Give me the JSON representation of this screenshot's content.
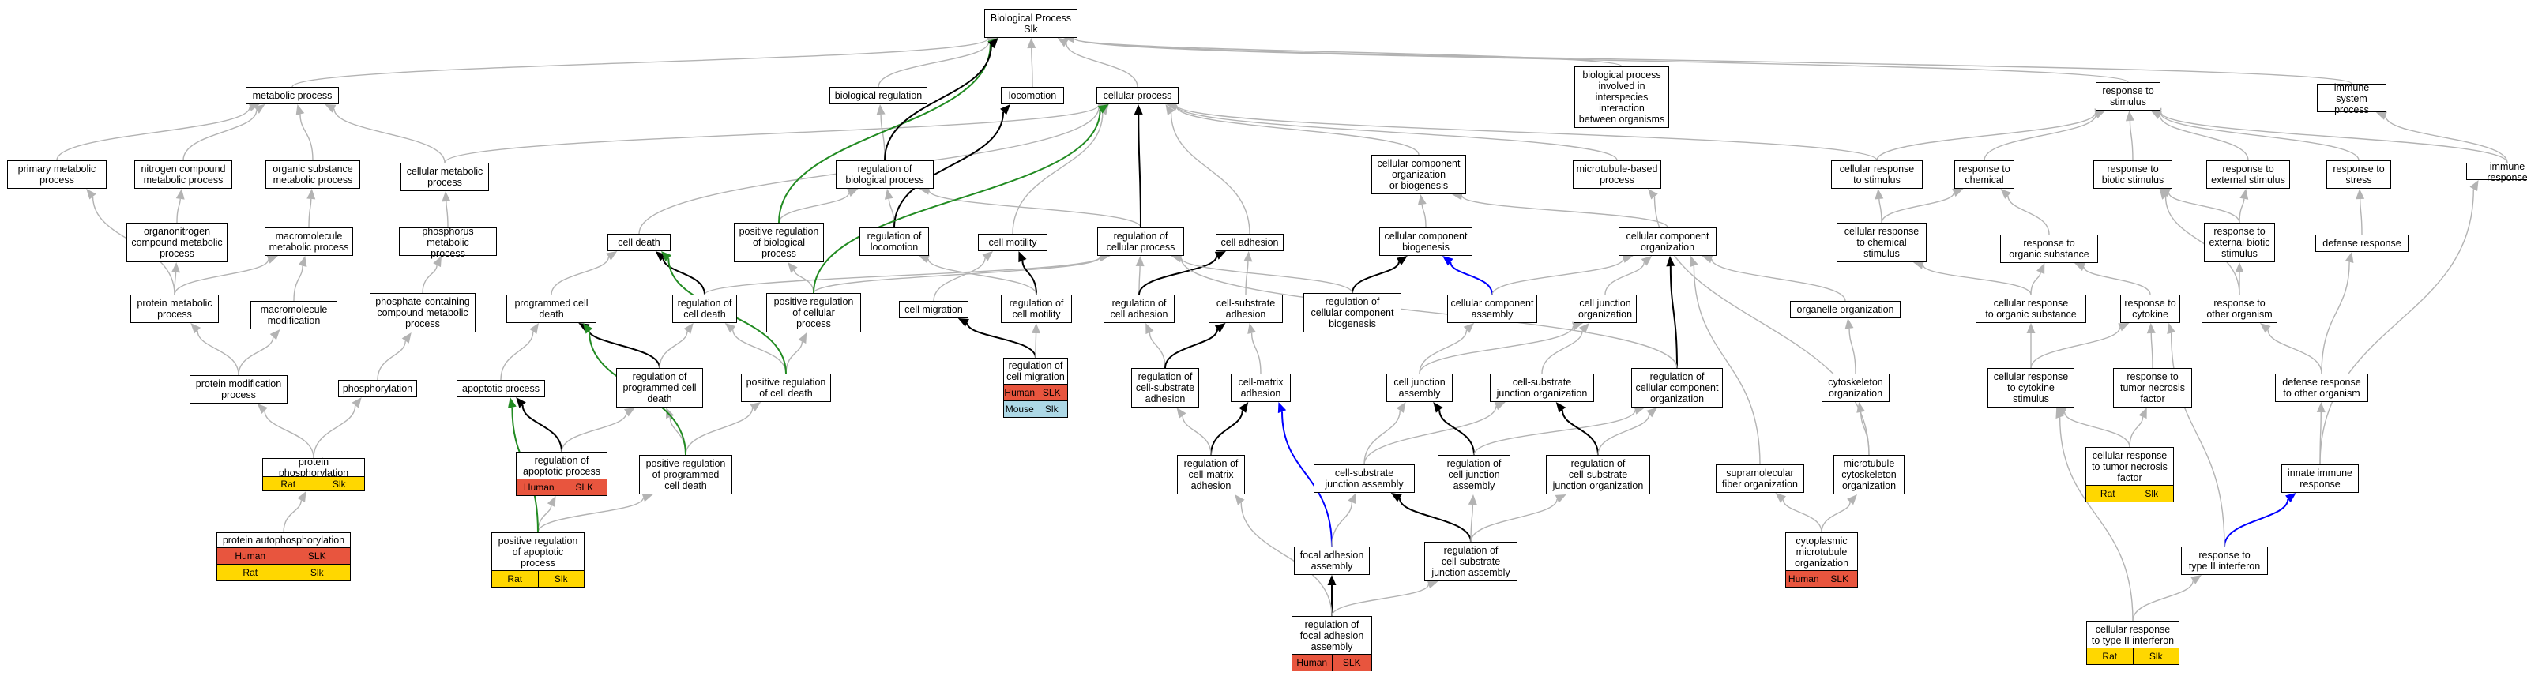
{
  "colors": {
    "edge_gray": "#b3b3b3",
    "edge_black": "#000000",
    "edge_green": "#228b22",
    "edge_blue": "#0000ff",
    "human": "#e8553e",
    "rat": "#ffd700",
    "mouse": "#add8e6"
  },
  "nodes": [
    {
      "id": "root",
      "label": "Biological Process\nSlk"
    },
    {
      "id": "metabolic",
      "label": "metabolic process"
    },
    {
      "id": "bioreg",
      "label": "biological regulation"
    },
    {
      "id": "locomotion",
      "label": "locomotion"
    },
    {
      "id": "cellular",
      "label": "cellular process"
    },
    {
      "id": "interspecies",
      "label": "biological process\ninvolved in\ninterspecies\ninteraction\nbetween organisms"
    },
    {
      "id": "resp_stim",
      "label": "response to\nstimulus"
    },
    {
      "id": "immune_sys",
      "label": "immune system\nprocess"
    },
    {
      "id": "primary_met",
      "label": "primary metabolic\nprocess"
    },
    {
      "id": "nitrogen",
      "label": "nitrogen compound\nmetabolic process"
    },
    {
      "id": "organic_sub",
      "label": "organic substance\nmetabolic process"
    },
    {
      "id": "cell_met",
      "label": "cellular metabolic\nprocess"
    },
    {
      "id": "reg_bio",
      "label": "regulation of\nbiological process"
    },
    {
      "id": "cc_org_bio",
      "label": "cellular component\norganization\nor biogenesis"
    },
    {
      "id": "microtubule",
      "label": "microtubule-based\nprocess"
    },
    {
      "id": "cell_resp_stim",
      "label": "cellular response\nto stimulus"
    },
    {
      "id": "resp_chem",
      "label": "response to\nchemical"
    },
    {
      "id": "resp_biotic",
      "label": "response to\nbiotic stimulus"
    },
    {
      "id": "resp_ext",
      "label": "response to\nexternal stimulus"
    },
    {
      "id": "resp_stress",
      "label": "response to\nstress"
    },
    {
      "id": "immune_resp",
      "label": "immune response"
    },
    {
      "id": "organonitrogen",
      "label": "organonitrogen\ncompound metabolic\nprocess"
    },
    {
      "id": "macromol_met",
      "label": "macromolecule\nmetabolic process"
    },
    {
      "id": "phosphorus",
      "label": "phosphorus metabolic\nprocess"
    },
    {
      "id": "cell_death",
      "label": "cell death"
    },
    {
      "id": "pos_reg_bio",
      "label": "positive regulation\nof biological\nprocess"
    },
    {
      "id": "reg_loco",
      "label": "regulation of\nlocomotion"
    },
    {
      "id": "cell_motility",
      "label": "cell motility"
    },
    {
      "id": "reg_cellular",
      "label": "regulation of\ncellular process"
    },
    {
      "id": "cell_adhesion",
      "label": "cell adhesion"
    },
    {
      "id": "cc_biogenesis",
      "label": "cellular component\nbiogenesis"
    },
    {
      "id": "cc_org",
      "label": "cellular component\norganization"
    },
    {
      "id": "cell_resp_chem",
      "label": "cellular response\nto chemical\nstimulus"
    },
    {
      "id": "resp_org_sub",
      "label": "response to\norganic substance"
    },
    {
      "id": "resp_ext_biotic",
      "label": "response to\nexternal biotic\nstimulus"
    },
    {
      "id": "defense",
      "label": "defense response"
    },
    {
      "id": "protein_met",
      "label": "protein metabolic\nprocess"
    },
    {
      "id": "macromol_mod",
      "label": "macromolecule\nmodification"
    },
    {
      "id": "phosphate",
      "label": "phosphate-containing\ncompound metabolic\nprocess"
    },
    {
      "id": "prog_death",
      "label": "programmed cell\ndeath"
    },
    {
      "id": "reg_cell_death",
      "label": "regulation of\ncell death"
    },
    {
      "id": "pos_reg_cellular",
      "label": "positive regulation\nof cellular\nprocess"
    },
    {
      "id": "cell_migration",
      "label": "cell migration"
    },
    {
      "id": "reg_motility",
      "label": "regulation of\ncell motility"
    },
    {
      "id": "reg_adhesion",
      "label": "regulation of\ncell adhesion"
    },
    {
      "id": "cs_adhesion",
      "label": "cell-substrate\nadhesion"
    },
    {
      "id": "reg_cc_bio",
      "label": "regulation of\ncellular component\nbiogenesis"
    },
    {
      "id": "cc_assembly",
      "label": "cellular component\nassembly"
    },
    {
      "id": "cj_org",
      "label": "cell junction\norganization"
    },
    {
      "id": "organelle_org",
      "label": "organelle organization"
    },
    {
      "id": "cell_resp_org",
      "label": "cellular response\nto organic substance"
    },
    {
      "id": "resp_cytokine",
      "label": "response to\ncytokine"
    },
    {
      "id": "resp_other",
      "label": "response to\nother organism"
    },
    {
      "id": "prot_mod",
      "label": "protein modification\nprocess"
    },
    {
      "id": "phosphorylation",
      "label": "phosphorylation"
    },
    {
      "id": "apoptotic",
      "label": "apoptotic process"
    },
    {
      "id": "reg_prog_death",
      "label": "regulation of\nprogrammed cell\ndeath"
    },
    {
      "id": "pos_reg_death",
      "label": "positive regulation\nof cell death"
    },
    {
      "id": "reg_migration",
      "label": "regulation of\ncell migration",
      "rows": [
        [
          "Human",
          "SLK"
        ],
        [
          "Mouse",
          "Slk"
        ]
      ]
    },
    {
      "id": "reg_cs_adhesion",
      "label": "regulation of\ncell-substrate\nadhesion"
    },
    {
      "id": "cm_adhesion",
      "label": "cell-matrix\nadhesion"
    },
    {
      "id": "cj_assembly",
      "label": "cell junction\nassembly"
    },
    {
      "id": "cs_junc_org",
      "label": "cell-substrate\njunction organization"
    },
    {
      "id": "reg_cc_org",
      "label": "regulation of\ncellular component\norganization"
    },
    {
      "id": "cytoskeleton",
      "label": "cytoskeleton\norganization"
    },
    {
      "id": "cell_resp_cyto",
      "label": "cellular response\nto cytokine\nstimulus"
    },
    {
      "id": "resp_tnf",
      "label": "response to\ntumor necrosis\nfactor"
    },
    {
      "id": "def_other",
      "label": "defense response\nto other organism"
    },
    {
      "id": "protein_phos",
      "label": "protein phosphorylation",
      "rows": [
        [
          "Rat",
          "Slk"
        ]
      ]
    },
    {
      "id": "reg_apoptotic",
      "label": "regulation of\napoptotic process",
      "rows": [
        [
          "Human",
          "SLK"
        ]
      ]
    },
    {
      "id": "pos_reg_prog",
      "label": "positive regulation\nof programmed\ncell death"
    },
    {
      "id": "reg_cm_adhesion",
      "label": "regulation of\ncell-matrix\nadhesion"
    },
    {
      "id": "cs_junc_asm",
      "label": "cell-substrate\njunction assembly"
    },
    {
      "id": "reg_cj_asm",
      "label": "regulation of\ncell junction\nassembly"
    },
    {
      "id": "reg_cs_junc_org",
      "label": "regulation of\ncell-substrate\njunction organization"
    },
    {
      "id": "supramol",
      "label": "supramolecular\nfiber organization"
    },
    {
      "id": "mt_cyto",
      "label": "microtubule\ncytoskeleton\norganization"
    },
    {
      "id": "cell_resp_tnf",
      "label": "cellular response\nto tumor necrosis\nfactor",
      "rows": [
        [
          "Rat",
          "Slk"
        ]
      ]
    },
    {
      "id": "innate",
      "label": "innate immune\nresponse"
    },
    {
      "id": "autophos",
      "label": "protein autophosphorylation",
      "rows": [
        [
          "Human",
          "SLK"
        ],
        [
          "Rat",
          "Slk"
        ]
      ]
    },
    {
      "id": "pos_reg_apop",
      "label": "positive regulation\nof apoptotic\nprocess",
      "rows": [
        [
          "Rat",
          "Slk"
        ]
      ]
    },
    {
      "id": "focal_asm",
      "label": "focal adhesion\nassembly"
    },
    {
      "id": "reg_cs_junc_asm",
      "label": "regulation of\ncell-substrate\njunction assembly"
    },
    {
      "id": "cyto_mt_org",
      "label": "cytoplasmic\nmicrotubule\norganization",
      "rows": [
        [
          "Human",
          "SLK"
        ]
      ]
    },
    {
      "id": "resp_ifng",
      "label": "response to\ntype II interferon"
    },
    {
      "id": "reg_focal",
      "label": "regulation of\nfocal adhesion\nassembly",
      "rows": [
        [
          "Human",
          "SLK"
        ]
      ]
    },
    {
      "id": "cell_resp_ifng",
      "label": "cellular response\nto type II interferon",
      "rows": [
        [
          "Rat",
          "Slk"
        ]
      ]
    }
  ],
  "edges": [
    [
      "metabolic",
      "root",
      "gray"
    ],
    [
      "bioreg",
      "root",
      "gray"
    ],
    [
      "locomotion",
      "root",
      "gray"
    ],
    [
      "cellular",
      "root",
      "gray"
    ],
    [
      "interspecies",
      "root",
      "gray"
    ],
    [
      "resp_stim",
      "root",
      "gray"
    ],
    [
      "immune_sys",
      "root",
      "gray"
    ],
    [
      "primary_met",
      "metabolic",
      "gray"
    ],
    [
      "nitrogen",
      "metabolic",
      "gray"
    ],
    [
      "organic_sub",
      "metabolic",
      "gray"
    ],
    [
      "cell_met",
      "metabolic",
      "gray"
    ],
    [
      "cell_met",
      "cellular",
      "gray"
    ],
    [
      "reg_bio",
      "bioreg",
      "gray"
    ],
    [
      "cc_org_bio",
      "cellular",
      "gray"
    ],
    [
      "microtubule",
      "cellular",
      "gray"
    ],
    [
      "cell_resp_stim",
      "cellular",
      "gray"
    ],
    [
      "cell_resp_stim",
      "resp_stim",
      "gray"
    ],
    [
      "resp_chem",
      "resp_stim",
      "gray"
    ],
    [
      "resp_biotic",
      "resp_stim",
      "gray"
    ],
    [
      "resp_ext",
      "resp_stim",
      "gray"
    ],
    [
      "resp_stress",
      "resp_stim",
      "gray"
    ],
    [
      "immune_resp",
      "resp_stim",
      "gray"
    ],
    [
      "immune_resp",
      "immune_sys",
      "gray"
    ],
    [
      "organonitrogen",
      "nitrogen",
      "gray"
    ],
    [
      "macromol_met",
      "organic_sub",
      "gray"
    ],
    [
      "phosphorus",
      "cell_met",
      "gray"
    ],
    [
      "cell_death",
      "cellular",
      "gray"
    ],
    [
      "pos_reg_bio",
      "reg_bio",
      "gray"
    ],
    [
      "pos_reg_bio",
      "root",
      "green"
    ],
    [
      "reg_loco",
      "reg_bio",
      "gray"
    ],
    [
      "reg_loco",
      "locomotion",
      "black"
    ],
    [
      "reg_bio",
      "root",
      "black"
    ],
    [
      "cell_motility",
      "cellular",
      "gray"
    ],
    [
      "reg_cellular",
      "reg_bio",
      "gray"
    ],
    [
      "reg_cellular",
      "cellular",
      "black"
    ],
    [
      "cell_adhesion",
      "cellular",
      "gray"
    ],
    [
      "cc_biogenesis",
      "cc_org_bio",
      "gray"
    ],
    [
      "cc_org",
      "cc_org_bio",
      "gray"
    ],
    [
      "cell_resp_chem",
      "cell_resp_stim",
      "gray"
    ],
    [
      "cell_resp_chem",
      "resp_chem",
      "gray"
    ],
    [
      "resp_org_sub",
      "resp_chem",
      "gray"
    ],
    [
      "resp_ext_biotic",
      "resp_biotic",
      "gray"
    ],
    [
      "resp_ext_biotic",
      "resp_ext",
      "gray"
    ],
    [
      "defense",
      "resp_stress",
      "gray"
    ],
    [
      "protein_met",
      "primary_met",
      "gray"
    ],
    [
      "protein_met",
      "organonitrogen",
      "gray"
    ],
    [
      "protein_met",
      "macromol_met",
      "gray"
    ],
    [
      "macromol_mod",
      "macromol_met",
      "gray"
    ],
    [
      "phosphate",
      "phosphorus",
      "gray"
    ],
    [
      "prog_death",
      "cell_death",
      "gray"
    ],
    [
      "reg_cell_death",
      "cell_death",
      "black"
    ],
    [
      "reg_cell_death",
      "reg_cellular",
      "gray"
    ],
    [
      "pos_reg_cellular",
      "pos_reg_bio",
      "gray"
    ],
    [
      "pos_reg_cellular",
      "reg_cellular",
      "gray"
    ],
    [
      "pos_reg_cellular",
      "cellular",
      "green"
    ],
    [
      "cell_migration",
      "cell_motility",
      "gray"
    ],
    [
      "reg_motility",
      "cell_motility",
      "black"
    ],
    [
      "reg_motility",
      "reg_loco",
      "gray"
    ],
    [
      "reg_adhesion",
      "reg_cellular",
      "gray"
    ],
    [
      "reg_adhesion",
      "cell_adhesion",
      "black"
    ],
    [
      "cs_adhesion",
      "cell_adhesion",
      "gray"
    ],
    [
      "reg_cc_bio",
      "cc_biogenesis",
      "black"
    ],
    [
      "reg_cc_bio",
      "reg_cellular",
      "gray"
    ],
    [
      "cc_assembly",
      "cc_biogenesis",
      "blue"
    ],
    [
      "cc_assembly",
      "cc_org",
      "gray"
    ],
    [
      "cj_org",
      "cc_org",
      "gray"
    ],
    [
      "organelle_org",
      "cc_org",
      "gray"
    ],
    [
      "cell_resp_org",
      "resp_org_sub",
      "gray"
    ],
    [
      "cell_resp_org",
      "cell_resp_chem",
      "gray"
    ],
    [
      "resp_cytokine",
      "resp_org_sub",
      "gray"
    ],
    [
      "resp_other",
      "resp_ext_biotic",
      "gray"
    ],
    [
      "resp_other",
      "resp_biotic",
      "gray"
    ],
    [
      "prot_mod",
      "protein_met",
      "gray"
    ],
    [
      "prot_mod",
      "macromol_mod",
      "gray"
    ],
    [
      "phosphorylation",
      "phosphate",
      "gray"
    ],
    [
      "apoptotic",
      "prog_death",
      "gray"
    ],
    [
      "reg_prog_death",
      "prog_death",
      "black"
    ],
    [
      "reg_prog_death",
      "reg_cell_death",
      "gray"
    ],
    [
      "pos_reg_death",
      "reg_cell_death",
      "gray"
    ],
    [
      "pos_reg_death",
      "pos_reg_cellular",
      "gray"
    ],
    [
      "pos_reg_death",
      "cell_death",
      "green"
    ],
    [
      "reg_migration",
      "cell_migration",
      "black"
    ],
    [
      "reg_migration",
      "reg_motility",
      "gray"
    ],
    [
      "reg_cs_adhesion",
      "reg_adhesion",
      "gray"
    ],
    [
      "reg_cs_adhesion",
      "cs_adhesion",
      "black"
    ],
    [
      "cm_adhesion",
      "cs_adhesion",
      "gray"
    ],
    [
      "cj_assembly",
      "cj_org",
      "gray"
    ],
    [
      "cj_assembly",
      "cc_assembly",
      "gray"
    ],
    [
      "cs_junc_org",
      "cj_org",
      "gray"
    ],
    [
      "reg_cc_org",
      "cc_org",
      "black"
    ],
    [
      "reg_cc_org",
      "reg_cellular",
      "gray"
    ],
    [
      "cytoskeleton",
      "organelle_org",
      "gray"
    ],
    [
      "cell_resp_cyto",
      "resp_cytokine",
      "gray"
    ],
    [
      "cell_resp_cyto",
      "cell_resp_org",
      "gray"
    ],
    [
      "resp_tnf",
      "resp_cytokine",
      "gray"
    ],
    [
      "def_other",
      "resp_other",
      "gray"
    ],
    [
      "def_other",
      "defense",
      "gray"
    ],
    [
      "protein_phos",
      "prot_mod",
      "gray"
    ],
    [
      "protein_phos",
      "phosphorylation",
      "gray"
    ],
    [
      "reg_apoptotic",
      "apoptotic",
      "black"
    ],
    [
      "reg_apoptotic",
      "reg_prog_death",
      "gray"
    ],
    [
      "pos_reg_prog",
      "reg_prog_death",
      "gray"
    ],
    [
      "pos_reg_prog",
      "pos_reg_death",
      "gray"
    ],
    [
      "pos_reg_prog",
      "prog_death",
      "green"
    ],
    [
      "reg_cm_adhesion",
      "cm_adhesion",
      "black"
    ],
    [
      "reg_cm_adhesion",
      "reg_cs_adhesion",
      "gray"
    ],
    [
      "cs_junc_asm",
      "cj_assembly",
      "gray"
    ],
    [
      "cs_junc_asm",
      "cs_junc_org",
      "gray"
    ],
    [
      "reg_cj_asm",
      "cj_assembly",
      "black"
    ],
    [
      "reg_cj_asm",
      "reg_cc_org",
      "gray"
    ],
    [
      "reg_cs_junc_org",
      "cs_junc_org",
      "black"
    ],
    [
      "reg_cs_junc_org",
      "reg_cc_org",
      "gray"
    ],
    [
      "supramol",
      "cc_org",
      "gray"
    ],
    [
      "mt_cyto",
      "cytoskeleton",
      "gray"
    ],
    [
      "mt_cyto",
      "microtubule",
      "gray"
    ],
    [
      "cell_resp_tnf",
      "resp_tnf",
      "gray"
    ],
    [
      "cell_resp_tnf",
      "cell_resp_cyto",
      "gray"
    ],
    [
      "innate",
      "immune_resp",
      "gray"
    ],
    [
      "innate",
      "def_other",
      "gray"
    ],
    [
      "autophos",
      "protein_phos",
      "gray"
    ],
    [
      "pos_reg_apop",
      "reg_apoptotic",
      "gray"
    ],
    [
      "pos_reg_apop",
      "pos_reg_prog",
      "gray"
    ],
    [
      "pos_reg_apop",
      "apoptotic",
      "green"
    ],
    [
      "focal_asm",
      "cm_adhesion",
      "blue"
    ],
    [
      "focal_asm",
      "cs_junc_asm",
      "gray"
    ],
    [
      "reg_cs_junc_asm",
      "cs_junc_asm",
      "black"
    ],
    [
      "reg_cs_junc_asm",
      "reg_cj_asm",
      "gray"
    ],
    [
      "reg_cs_junc_asm",
      "reg_cs_junc_org",
      "gray"
    ],
    [
      "cyto_mt_org",
      "mt_cyto",
      "gray"
    ],
    [
      "cyto_mt_org",
      "supramol",
      "gray"
    ],
    [
      "resp_ifng",
      "innate",
      "blue"
    ],
    [
      "resp_ifng",
      "resp_cytokine",
      "gray"
    ],
    [
      "reg_focal",
      "focal_asm",
      "black"
    ],
    [
      "reg_focal",
      "reg_cm_adhesion",
      "gray"
    ],
    [
      "reg_focal",
      "reg_cs_junc_asm",
      "gray"
    ],
    [
      "cell_resp_ifng",
      "resp_ifng",
      "gray"
    ],
    [
      "cell_resp_ifng",
      "cell_resp_cyto",
      "gray"
    ]
  ]
}
